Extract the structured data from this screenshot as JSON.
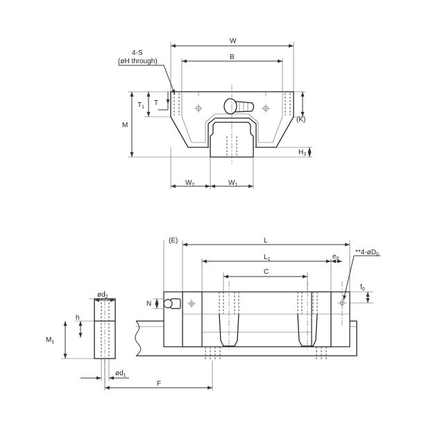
{
  "colors": {
    "line": "#333333",
    "background": "#ffffff"
  },
  "front_view": {
    "label_w": "W",
    "label_b": "B",
    "label_4s_line1": "4-S",
    "label_4s_line2": "(øH through)",
    "label_t1": "T",
    "label_t1_sub": "1",
    "label_t": "T",
    "label_m": "M",
    "label_k": "(K)",
    "label_h3": "H",
    "label_h3_sub": "3",
    "label_w2": "W",
    "label_w2_sub": "2",
    "label_w1": "W",
    "label_w1_sub": "1"
  },
  "side_view": {
    "label_e": "(E)",
    "label_l": "L",
    "label_l1": "L",
    "label_l1_sub": "1",
    "label_e0": "e",
    "label_e0_sub": "0",
    "label_d0": "**4-øD",
    "label_d0_sub": "0",
    "label_c": "C",
    "label_f0": "f",
    "label_f0_sub": "0",
    "label_n": "N",
    "label_d2": "ød",
    "label_d2_sub": "2",
    "label_h": "h",
    "label_m1": "M",
    "label_m1_sub": "1",
    "label_d1": "ød",
    "label_d1_sub": "1",
    "label_f": "F"
  }
}
